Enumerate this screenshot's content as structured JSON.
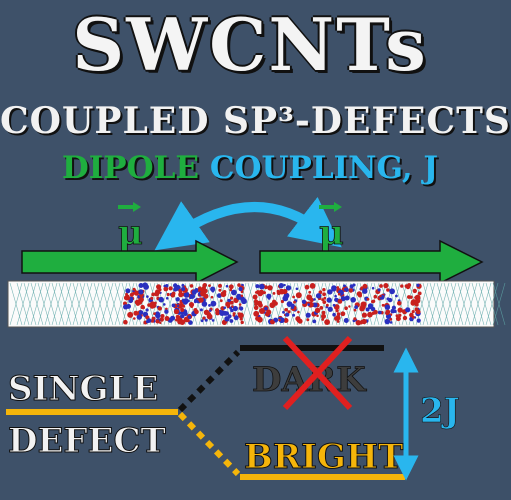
{
  "title": "SWCNTs",
  "subtitle": "COUPLED SP³-DEFECTS",
  "coupling": {
    "part1": "DIPOLE",
    "part2": "COUPLING, J"
  },
  "dipole_symbol": "μ",
  "levels": {
    "left_top": "SINGLE",
    "left_bottom": "DEFECT",
    "dark": "DARK",
    "bright": "BRIGHT",
    "splitting": "2J"
  },
  "colors": {
    "background": "#3e5169",
    "green": "#1fae3f",
    "blue": "#29b6ee",
    "yellow": "#f5b50a",
    "red": "#e02020"
  }
}
